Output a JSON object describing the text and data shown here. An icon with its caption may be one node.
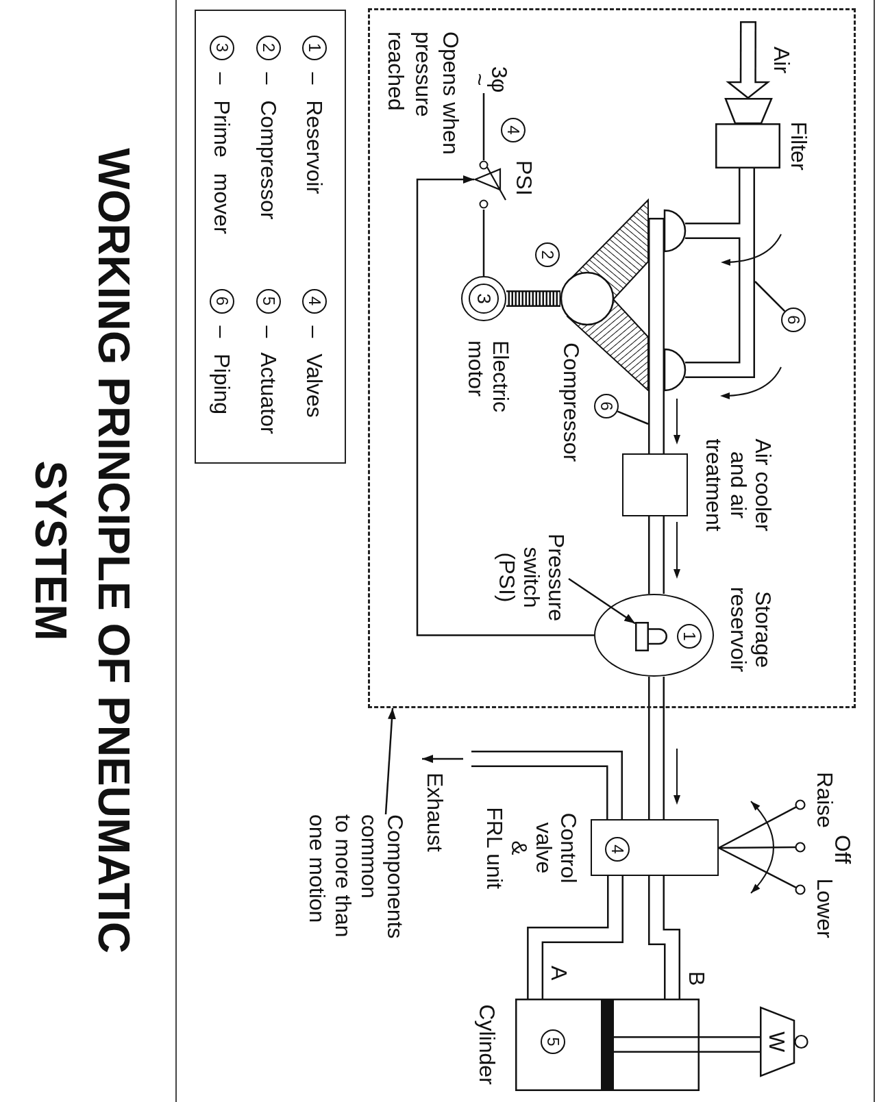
{
  "diagram": {
    "title": "WORKING PRINCIPLE OF PNEUMATIC SYSTEM",
    "nodes": [
      {
        "text": [],
        "shape": "box"
      },
      {
        "text": [
          "Filter"
        ],
        "in": 0
      },
      {
        "text": [],
        "shape": "picture",
        "beside": [
          "Compressor"
        ],
        "in": 0
      },
      {
        "text": [
          "2"
        ],
        "in": 0
      },
      {
        "text": [
          "6"
        ],
        "in": 0
      },
      {
        "text": [
          "6"
        ],
        "in": 0
      },
      {
        "text": [
          "Electric motor"
        ],
        "in": 0
      },
      {
        "text": [
          "3"
        ],
        "in": 6
      },
      {
        "text": [
          "3φ",
          "~"
        ],
        "in": 0
      },
      {
        "text": [
          "4"
        ],
        "in": 0
      },
      {
        "text": [
          "PSI"
        ],
        "beside": [
          "Opens when pressure reached"
        ],
        "in": 0
      },
      {
        "text": [
          "Air cooler and air treatment"
        ],
        "in": 0
      },
      {
        "text": [
          "Storage reservoir"
        ],
        "in": 0
      },
      {
        "text": [
          "1"
        ],
        "in": 12
      },
      {
        "text": [],
        "shape": "picture",
        "in": 12
      },
      {
        "text": [
          "Pressure switch (PSI)"
        ],
        "in": 0
      },
      {
        "text": [
          "Components common to more than one motion"
        ]
      },
      {
        "text": [
          "Control valve & FRL unit"
        ]
      },
      {
        "text": [
          "4"
        ],
        "in": 17
      },
      {
        "text": [
          "Cylinder"
        ]
      },
      {
        "text": [
          "5"
        ],
        "in": 19
      },
      {
        "text": [
          "W"
        ]
      },
      {
        "text": [
          "1",
          "– Reservoir",
          "4",
          "– Valves",
          "2",
          "– Compressor",
          "5",
          "– Actuator",
          "3",
          "– Prime mover",
          "6",
          "– Piping"
        ]
      }
    ],
    "edges": [
      {
        "from": null,
        "to": 1,
        "arrow": "to",
        "label": "Air"
      },
      {
        "from": 1,
        "to": 2,
        "arrow": "none"
      },
      {
        "from": 2,
        "to": 11,
        "arrow": "none"
      },
      {
        "from": 11,
        "to": 12,
        "arrow": "none"
      },
      {
        "from": 12,
        "to": 17,
        "arrow": "none"
      },
      {
        "from": 17,
        "to": 19,
        "arrow": "none",
        "label": "A"
      },
      {
        "from": 17,
        "to": 19,
        "arrow": "none",
        "label": "B"
      },
      {
        "from": 17,
        "to": null,
        "arrow": "to",
        "label": "Exhaust"
      },
      {
        "from": 6,
        "to": 2,
        "arrow": "none"
      },
      {
        "from": 8,
        "to": 10,
        "arrow": "none"
      },
      {
        "from": 10,
        "to": 6,
        "arrow": "none"
      },
      {
        "from": 12,
        "to": 10,
        "arrow": "to"
      },
      {
        "from": 4,
        "to": null,
        "arrow": "none"
      },
      {
        "from": 5,
        "to": null,
        "arrow": "none"
      },
      {
        "from": 15,
        "to": 14,
        "arrow": "to"
      },
      {
        "from": 16,
        "to": 0,
        "arrow": "to"
      },
      {
        "from": 19,
        "to": 21,
        "arrow": "none"
      }
    ],
    "labels": [
      "Raise",
      "Off",
      "Lower"
    ]
  }
}
